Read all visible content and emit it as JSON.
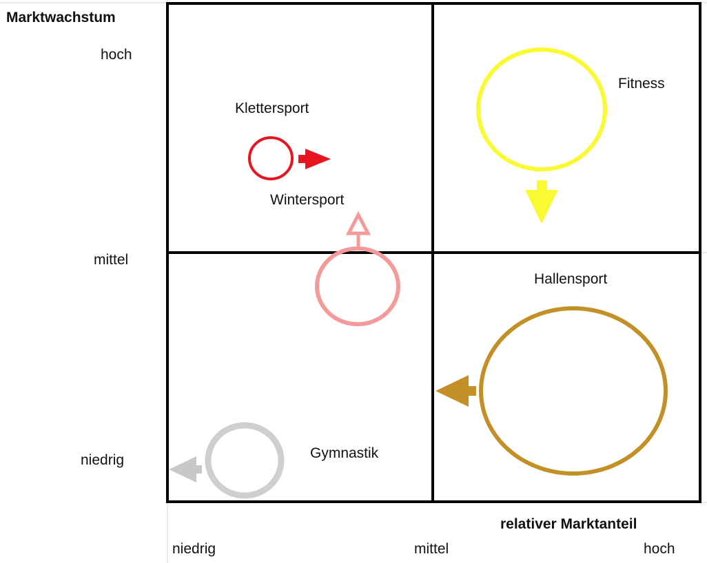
{
  "y_axis": {
    "title": "Marktwachstum",
    "ticks": [
      "hoch",
      "mittel",
      "niedrig"
    ]
  },
  "x_axis": {
    "title": "relativer Marktanteil",
    "ticks": [
      "niedrig",
      "mittel",
      "hoch"
    ]
  },
  "bubbles": [
    {
      "name": "Klettersport",
      "color": "#e8141f",
      "arrow": "right"
    },
    {
      "name": "Fitness",
      "color": "#fafa33",
      "arrow": "down"
    },
    {
      "name": "Wintersport",
      "color": "#f59a9a",
      "arrow": "up"
    },
    {
      "name": "Hallensport",
      "color": "#c39027",
      "arrow": "left"
    },
    {
      "name": "Gymnastik",
      "color": "#c8c8c8",
      "arrow": "left"
    }
  ]
}
